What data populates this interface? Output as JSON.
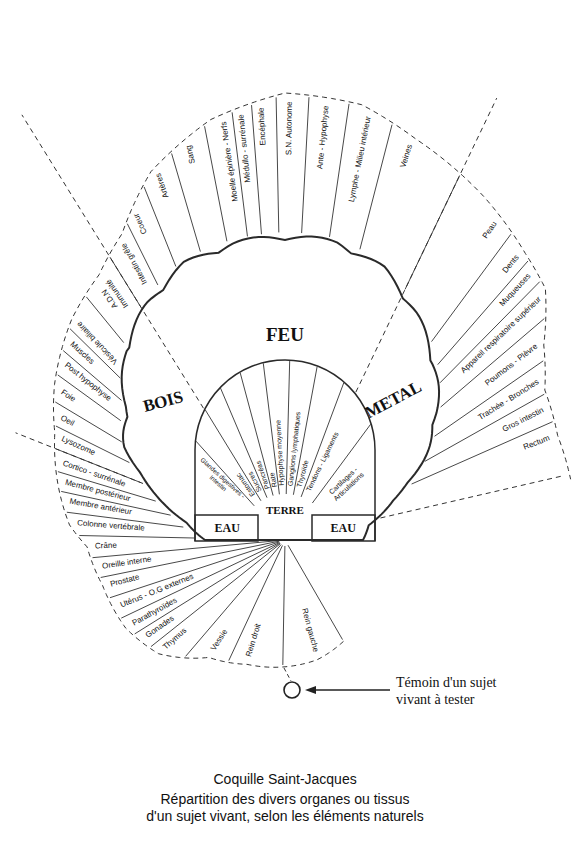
{
  "diagram": {
    "title": "Coquille Saint-Jacques",
    "caption": "Répartition des divers organes ou tissus d'un sujet vivant, selon les éléments naturels",
    "nodes": [
      {
        "text": [
          "FEU",
          "BOIS",
          "METAL"
        ]
      },
      {
        "text": [
          "TERRE"
        ],
        "in": 0
      },
      {
        "text": [
          "EAU"
        ],
        "in": 0
      },
      {
        "text": [
          "EAU"
        ],
        "in": 0
      }
    ],
    "labels": [
      "Rein gauche",
      "Rein droit",
      "Vessie",
      "Thymus",
      "Gonades",
      "Parathyroïdes",
      "Utérus - O.G externes",
      "Prostate",
      "Oreille interne",
      "Crâne",
      "Colonne vertébrale",
      "Membre antérieur",
      "Membre postérieur",
      "Cortico - surrénale",
      "Lysozome",
      "Oeil",
      "Foie",
      "Post hypophyse",
      "Muscles",
      "Vésicule biliaire",
      "A.D.N Immunité",
      "Intestin grêle",
      "Coeur",
      "Artères",
      "Sang",
      "Moelle épinière - Nerfs",
      "Médullo - surrénale",
      "Encéphale",
      "S.N. Autonome",
      "Ante - Hypophyse",
      "Lymphe - Milieu intérieur",
      "Veines",
      "Peau",
      "Dents",
      "Muqueuses",
      "Appareil respiratoire supérieur",
      "Poumons - Plèvre",
      "Trachée - Bronches",
      "Gros intestin",
      "Rectum",
      "Glandes digestives - Intestin",
      "Estomac",
      "Sucres",
      "Pancréas",
      "Rate",
      "Hypophyse moyenne",
      "Ganglions lymphatiques",
      "Thyroïde",
      "Tendons - Ligaments",
      "Cartilages - Articulations",
      "Témoin d'un sujet vivant à tester"
    ]
  }
}
